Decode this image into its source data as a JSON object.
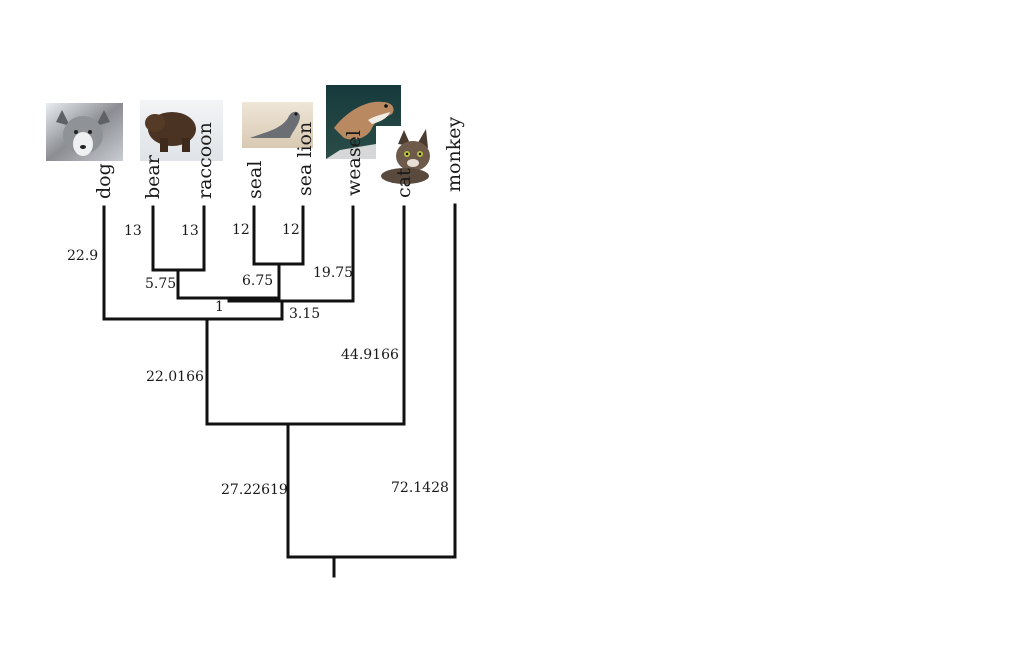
{
  "tree": {
    "taxa": [
      {
        "id": "dog",
        "label": "dog",
        "image_name": "wolf-photo"
      },
      {
        "id": "bear",
        "label": "bear",
        "image_name": "brown-bear-photo"
      },
      {
        "id": "raccoon",
        "label": "raccoon",
        "image_name": null
      },
      {
        "id": "seal",
        "label": "seal",
        "image_name": "seal-photo"
      },
      {
        "id": "sealion",
        "label": "sea lion",
        "image_name": null
      },
      {
        "id": "weasel",
        "label": "weasel",
        "image_name": "weasel-photo"
      },
      {
        "id": "cat",
        "label": "cat",
        "image_name": "kitten-photo"
      },
      {
        "id": "monkey",
        "label": "monkey",
        "image_name": null
      }
    ],
    "branch_lengths": [
      {
        "id": "bl-dog",
        "text": "22.9"
      },
      {
        "id": "bl-bear",
        "text": "13"
      },
      {
        "id": "bl-raccoon",
        "text": "13"
      },
      {
        "id": "bl-seal",
        "text": "12"
      },
      {
        "id": "bl-sealion",
        "text": "12"
      },
      {
        "id": "bl-bear-raccoon",
        "text": "5.75"
      },
      {
        "id": "bl-seal-sealion",
        "text": "6.75"
      },
      {
        "id": "bl-weasel",
        "text": "19.75"
      },
      {
        "id": "bl-one",
        "text": "1"
      },
      {
        "id": "bl-3-15",
        "text": "3.15"
      },
      {
        "id": "bl-canid",
        "text": "22.0166"
      },
      {
        "id": "bl-cat",
        "text": "44.9166"
      },
      {
        "id": "bl-carnivora",
        "text": "27.22619"
      },
      {
        "id": "bl-monkey",
        "text": "72.1428"
      }
    ],
    "colors": {
      "branch": "#111111",
      "text": "#1a1a1a",
      "background": "#ffffff"
    }
  }
}
